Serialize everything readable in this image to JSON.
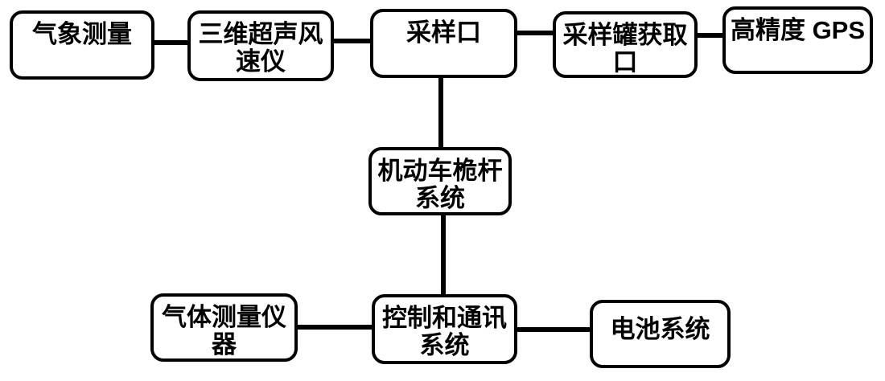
{
  "diagram": {
    "type": "flowchart",
    "background_color": "#ffffff",
    "stroke_color": "#000000"
  },
  "nodes": {
    "weather": {
      "label": "气象测量",
      "lines": [
        "气象测量"
      ]
    },
    "anemometer": {
      "label": "三维超声风速仪",
      "lines": [
        "三维超声风",
        "速仪"
      ]
    },
    "sampling_port": {
      "label": "采样口",
      "lines": [
        "采样口"
      ]
    },
    "canister_port": {
      "label": "采样罐获取口",
      "lines": [
        "采样罐获取",
        "口"
      ]
    },
    "gps": {
      "label": "高精度 GPS",
      "lines": [
        "高精度 GPS"
      ]
    },
    "mast": {
      "label": "机动车桅杆系统",
      "lines": [
        "机动车桅杆",
        "系统"
      ]
    },
    "gas_instrument": {
      "label": "气体测量仪器",
      "lines": [
        "气体测量仪",
        "器"
      ]
    },
    "control_comm": {
      "label": "控制和通讯系统",
      "lines": [
        "控制和通讯",
        "系统"
      ]
    },
    "battery": {
      "label": "电池系统",
      "lines": [
        "电池系统"
      ]
    }
  },
  "edges": [
    {
      "from": "气象测量",
      "to": "三维超声风速仪",
      "orientation": "horizontal"
    },
    {
      "from": "三维超声风速仪",
      "to": "采样口",
      "orientation": "horizontal"
    },
    {
      "from": "采样口",
      "to": "采样罐获取口",
      "orientation": "horizontal"
    },
    {
      "from": "采样罐获取口",
      "to": "高精度 GPS",
      "orientation": "horizontal"
    },
    {
      "from": "采样口",
      "to": "机动车桅杆系统",
      "orientation": "vertical"
    },
    {
      "from": "机动车桅杆系统",
      "to": "控制和通讯系统",
      "orientation": "vertical"
    },
    {
      "from": "气体测量仪器",
      "to": "控制和通讯系统",
      "orientation": "horizontal"
    },
    {
      "from": "控制和通讯系统",
      "to": "电池系统",
      "orientation": "horizontal"
    }
  ]
}
